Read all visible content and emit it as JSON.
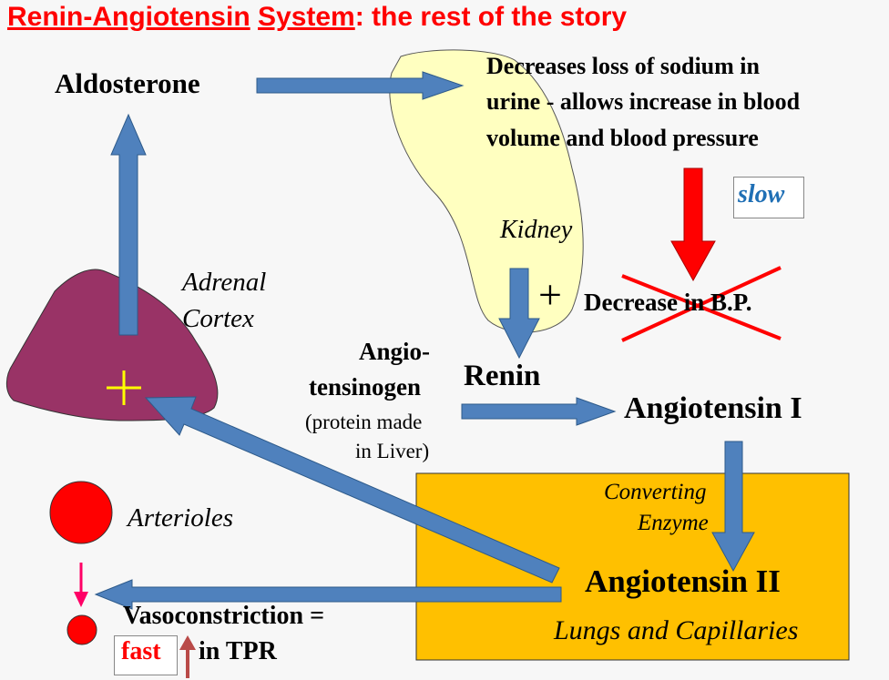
{
  "title": {
    "part1": "Renin-Angiotensin",
    "part2": "System",
    "part3": ": the rest of the story"
  },
  "labels": {
    "aldosterone": "Aldosterone",
    "effect_line1": "Decreases loss of sodium in",
    "effect_line2": "urine - allows increase in blood",
    "effect_line3": "volume and blood pressure",
    "slow": "slow",
    "kidney": "Kidney",
    "adrenal_line1": "Adrenal",
    "adrenal_line2": "Cortex",
    "decrease_bp": "Decrease in B.P.",
    "plus": "+",
    "angiotensinogen_line1": "Angio-",
    "angiotensinogen_line2": "tensinogen",
    "angiotensinogen_line3": "(protein made",
    "angiotensinogen_line4": "in Liver)",
    "renin": "Renin",
    "angiotensin1": "Angiotensin I",
    "converting_line1": "Converting",
    "converting_line2": "Enzyme",
    "angiotensin2": "Angiotensin II",
    "lungs": "Lungs and Capillaries",
    "arterioles": "Arterioles",
    "vasoconstriction": "Vasoconstriction =",
    "fast": "fast",
    "in_tpr": "in TPR"
  },
  "colors": {
    "title": "#ff0000",
    "arrow_blue": "#4f81bd",
    "arrow_red": "#ff0000",
    "kidney_fill": "#ffffc0",
    "adrenal_fill": "#993366",
    "enzyme_box": "#ffc000",
    "arteriole": "#ff0000",
    "slow_text": "#1f6fb5",
    "fast_text": "#ff0000",
    "pink_arrow": "#ff0066",
    "up_arrow": "#b94a48",
    "plus_yellow": "#ffff00"
  }
}
